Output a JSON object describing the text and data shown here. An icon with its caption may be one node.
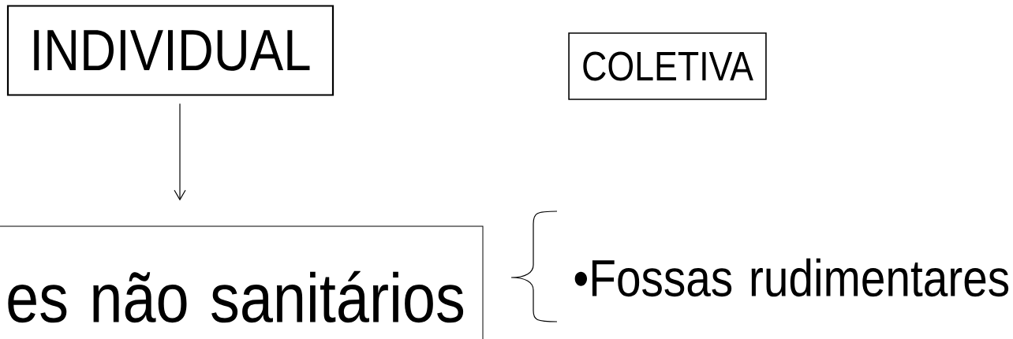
{
  "diagram": {
    "nodes": [
      {
        "text": [
          "INDIVIDUAL"
        ]
      },
      {
        "text": [
          "COLETIVA"
        ]
      },
      {
        "text": [
          "es não sanitários"
        ]
      }
    ],
    "edges": [
      {
        "from": 0,
        "to": 2,
        "arrow": "to"
      }
    ],
    "labels": [
      "•Fossas rudimentares"
    ]
  }
}
